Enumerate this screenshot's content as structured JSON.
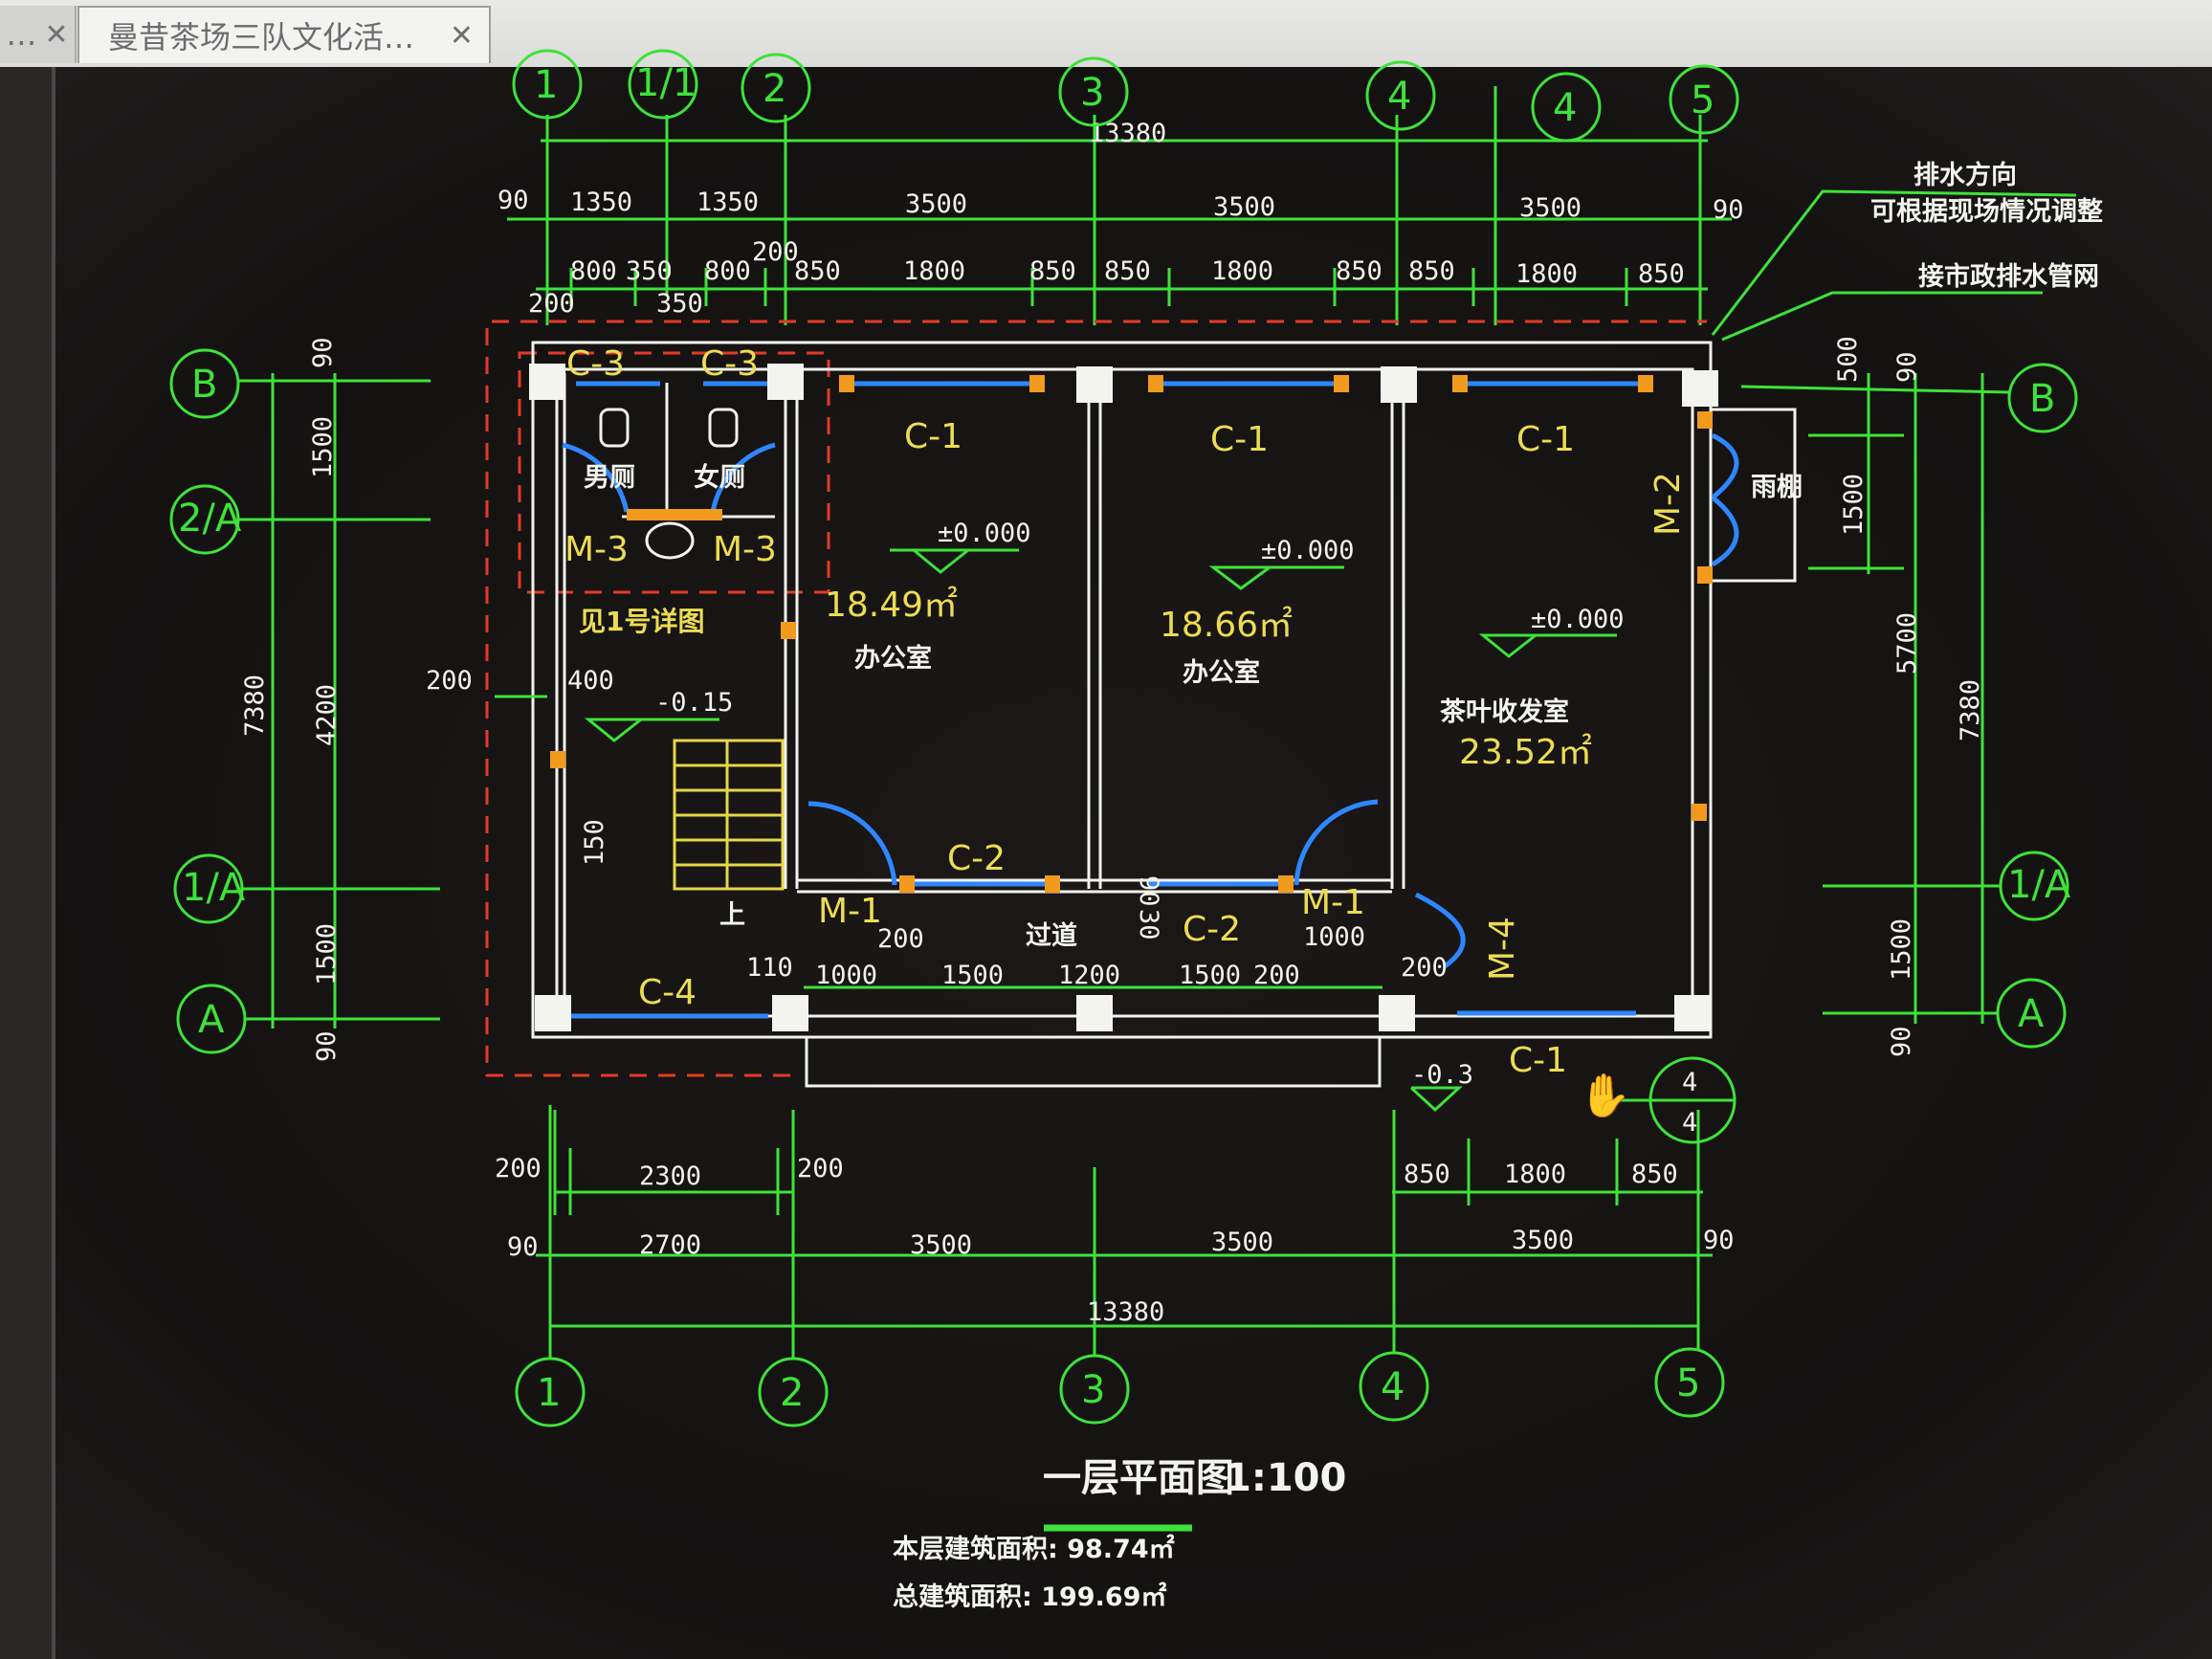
{
  "tabs": [
    {
      "label": "…",
      "close": "✕"
    },
    {
      "label": "曼昔茶场三队文化活…",
      "close": "✕"
    }
  ],
  "axes": {
    "top": [
      "1",
      "1/1",
      "2",
      "3",
      "4",
      "4",
      "5"
    ],
    "bottom": [
      "1",
      "2",
      "3",
      "4",
      "5"
    ],
    "left": [
      "B",
      "2/A",
      "1/A",
      "A"
    ],
    "right": [
      "B",
      "1/A",
      "A"
    ],
    "detail": [
      "4",
      "4"
    ]
  },
  "dims": {
    "top_total": "13380",
    "top_row1": [
      "90",
      "1350",
      "1350",
      "3500",
      "3500",
      "3500",
      "90"
    ],
    "top_row2": [
      "800",
      "350",
      "800",
      "200",
      "850",
      "1800",
      "850",
      "850",
      "1800",
      "850",
      "850",
      "1800",
      "850"
    ],
    "top_row3": [
      "200",
      "350"
    ],
    "left": [
      "90",
      "1500",
      "4200",
      "1500",
      "90",
      "7380"
    ],
    "right": [
      "500",
      "90",
      "1500",
      "5700",
      "7380",
      "1500",
      "90"
    ],
    "inner": [
      "200",
      "400",
      "110",
      "1000",
      "1500",
      "1200",
      "1500",
      "200",
      "200",
      "1000",
      "200",
      "90",
      "30",
      "200",
      "150"
    ],
    "bottom_row1": [
      "200",
      "2300",
      "200",
      "850",
      "1800",
      "850"
    ],
    "bottom_row2": [
      "90",
      "2700",
      "3500",
      "3500",
      "3500",
      "90"
    ],
    "bottom_total": "13380"
  },
  "labels": {
    "windows": [
      "C-3",
      "C-3",
      "C-1",
      "C-1",
      "C-1",
      "C-2",
      "C-2",
      "C-4",
      "C-1"
    ],
    "doors": [
      "M-3",
      "M-3",
      "M-1",
      "M-1",
      "M-2",
      "M-4"
    ],
    "levels": [
      "±0.000",
      "±0.000",
      "±0.000",
      "-0.15",
      "-0.3"
    ],
    "areas": [
      "18.49㎡",
      "18.66㎡",
      "23.52㎡"
    ],
    "rooms": [
      "男厕",
      "女厕",
      "办公室",
      "办公室",
      "茶叶收发室",
      "过道",
      "上",
      "雨棚"
    ],
    "detail_ref": "见1号详图"
  },
  "notes": {
    "drain_1": "排水方向",
    "drain_2": "可根据现场情况调整",
    "drain_3": "接市政排水管网"
  },
  "footer": {
    "title": "一层平面图",
    "scale": "1:100",
    "floor_area": "本层建筑面积: 98.74㎡",
    "total_area": "总建筑面积: 199.69㎡"
  }
}
